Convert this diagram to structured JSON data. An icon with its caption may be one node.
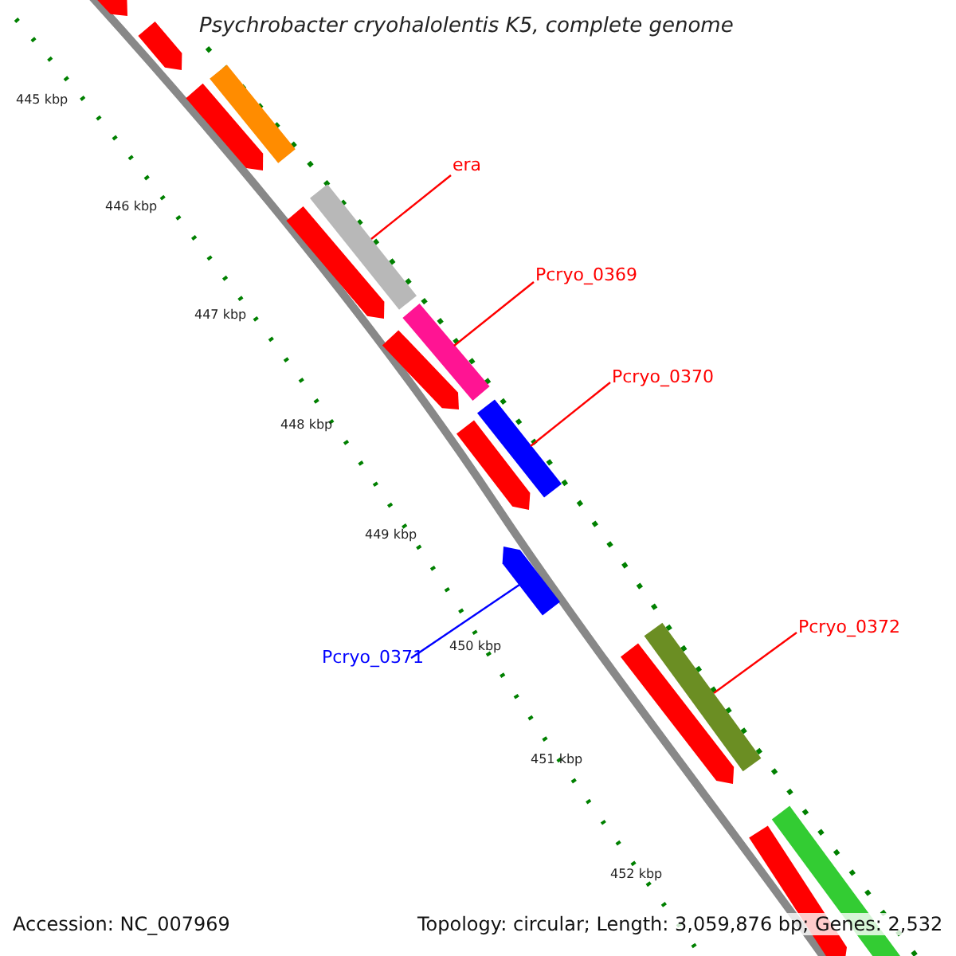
{
  "diagram": {
    "title": "Psychrobacter cryohalolentis K5, complete genome",
    "nodes": [
      {
        "text": [],
        "shape": "bar"
      },
      {
        "text": [],
        "shape": "bar"
      },
      {
        "text": [],
        "shape": "bar"
      },
      {
        "text": [],
        "shape": "bar"
      },
      {
        "text": [
          "era"
        ]
      },
      {
        "text": [],
        "shape": "bar"
      },
      {
        "text": [],
        "shape": "bar"
      },
      {
        "text": [
          "Pcryo_0369"
        ]
      },
      {
        "text": [],
        "shape": "bar"
      },
      {
        "text": [],
        "shape": "bar"
      },
      {
        "text": [
          "Pcryo_0370"
        ]
      },
      {
        "text": [],
        "shape": "bar"
      },
      {
        "text": [],
        "shape": "bar"
      },
      {
        "text": [],
        "shape": "bar"
      },
      {
        "text": [
          "Pcryo_0372"
        ]
      },
      {
        "text": [],
        "shape": "bar"
      },
      {
        "text": [],
        "shape": "bar"
      },
      {
        "text": [
          "Pcryo_0371"
        ]
      },
      {
        "text": [],
        "shape": "bar"
      },
      {
        "text": [],
        "shape": "bar"
      }
    ],
    "edges": [
      {
        "from": 4,
        "to": 5,
        "arrow": "none"
      },
      {
        "from": 7,
        "to": 8,
        "arrow": "none"
      },
      {
        "from": 10,
        "to": 11,
        "arrow": "none"
      },
      {
        "from": 17,
        "to": 13,
        "arrow": "none",
        "color": "#0000ff"
      },
      {
        "from": 14,
        "to": 15,
        "arrow": "none"
      }
    ],
    "labels": [
      "445 kbp",
      "446 kbp",
      "447 kbp",
      "448 kbp",
      "449 kbp",
      "450 kbp",
      "451 kbp",
      "452 kbp",
      "Accession: NC_007969",
      "Topology: circular; Length: 3,059,876 bp; Genes: 2,532"
    ]
  }
}
